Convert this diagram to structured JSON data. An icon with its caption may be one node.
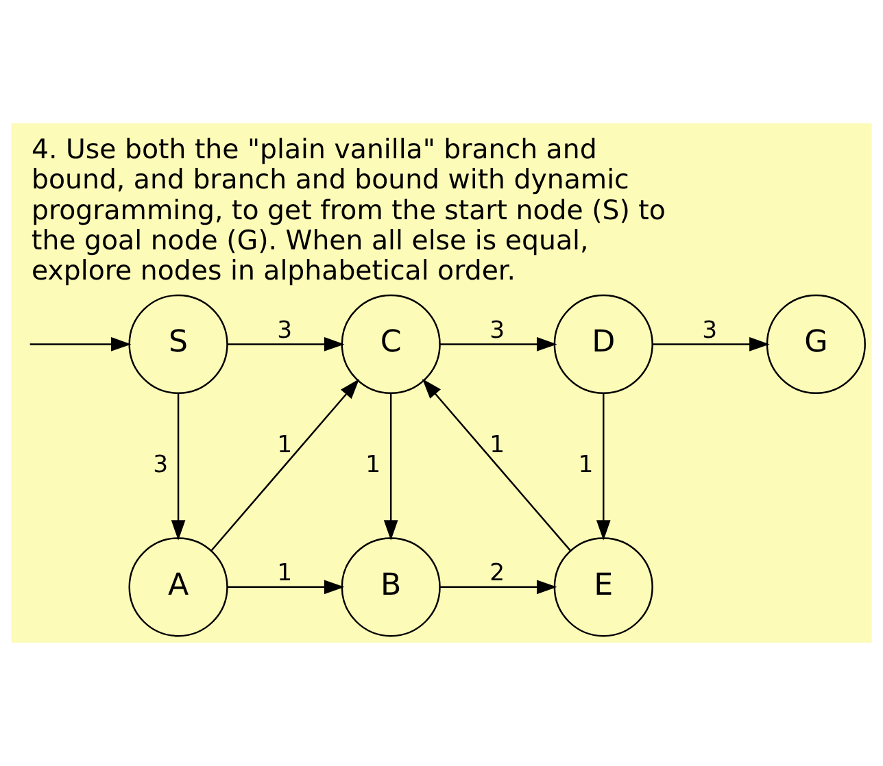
{
  "diagram": {
    "title": "4. Use both the \"plain vanilla\" branch and bound, and branch and bound with dynamic programming, to get from the start node (S) to the goal node (G). When all else is equal, explore nodes in alphabetical order.",
    "nodes": [
      {
        "text": [
          "S"
        ]
      },
      {
        "text": [
          "C"
        ]
      },
      {
        "text": [
          "E"
        ]
      },
      {
        "text": [
          "A"
        ]
      },
      {
        "text": [
          "B"
        ]
      },
      {
        "text": [
          "D"
        ]
      },
      {
        "text": [
          "G"
        ]
      }
    ],
    "edges": [
      {
        "from": null,
        "to": 0,
        "arrow": "to"
      },
      {
        "from": 0,
        "to": 1,
        "arrow": "to",
        "label": "3"
      },
      {
        "from": 0,
        "to": 3,
        "arrow": "to",
        "label": "3"
      },
      {
        "from": 3,
        "to": 1,
        "arrow": "to",
        "label": "1"
      },
      {
        "from": 3,
        "to": 4,
        "arrow": "to",
        "label": "1"
      },
      {
        "from": 1,
        "to": 4,
        "arrow": "to",
        "label": "1"
      },
      {
        "from": 2,
        "to": 1,
        "arrow": "to",
        "label": "1"
      },
      {
        "from": 1,
        "to": 5,
        "arrow": "to",
        "label": "3"
      },
      {
        "from": 4,
        "to": 2,
        "arrow": "to",
        "label": "2"
      },
      {
        "from": 5,
        "to": 2,
        "arrow": "to",
        "label": "1"
      },
      {
        "from": 5,
        "to": 6,
        "arrow": "to",
        "label": "3"
      }
    ]
  }
}
